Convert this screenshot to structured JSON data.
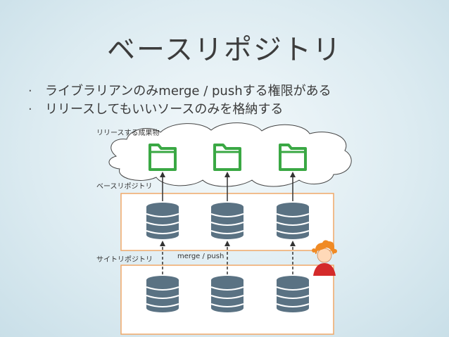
{
  "slide": {
    "title": "ベースリポジトリ",
    "bullets": [
      "ライブラリアンのみmerge / pushする権限がある",
      "リリースしてもいいソースのみを格納する"
    ]
  },
  "diagram": {
    "cloud_label": "リリースする成果物",
    "base_repo_label": "ベースリポジトリ",
    "site_repo_label": "サイトリポジトリ",
    "merge_push_label": "merge / push",
    "colors": {
      "folder": "#3aa844",
      "database": "#5a7283",
      "box_border": "#f0a868",
      "box_fill": "#ffffff",
      "arrow": "#333333"
    },
    "icons": [
      "folder-icon",
      "database-icon",
      "person-icon"
    ]
  }
}
